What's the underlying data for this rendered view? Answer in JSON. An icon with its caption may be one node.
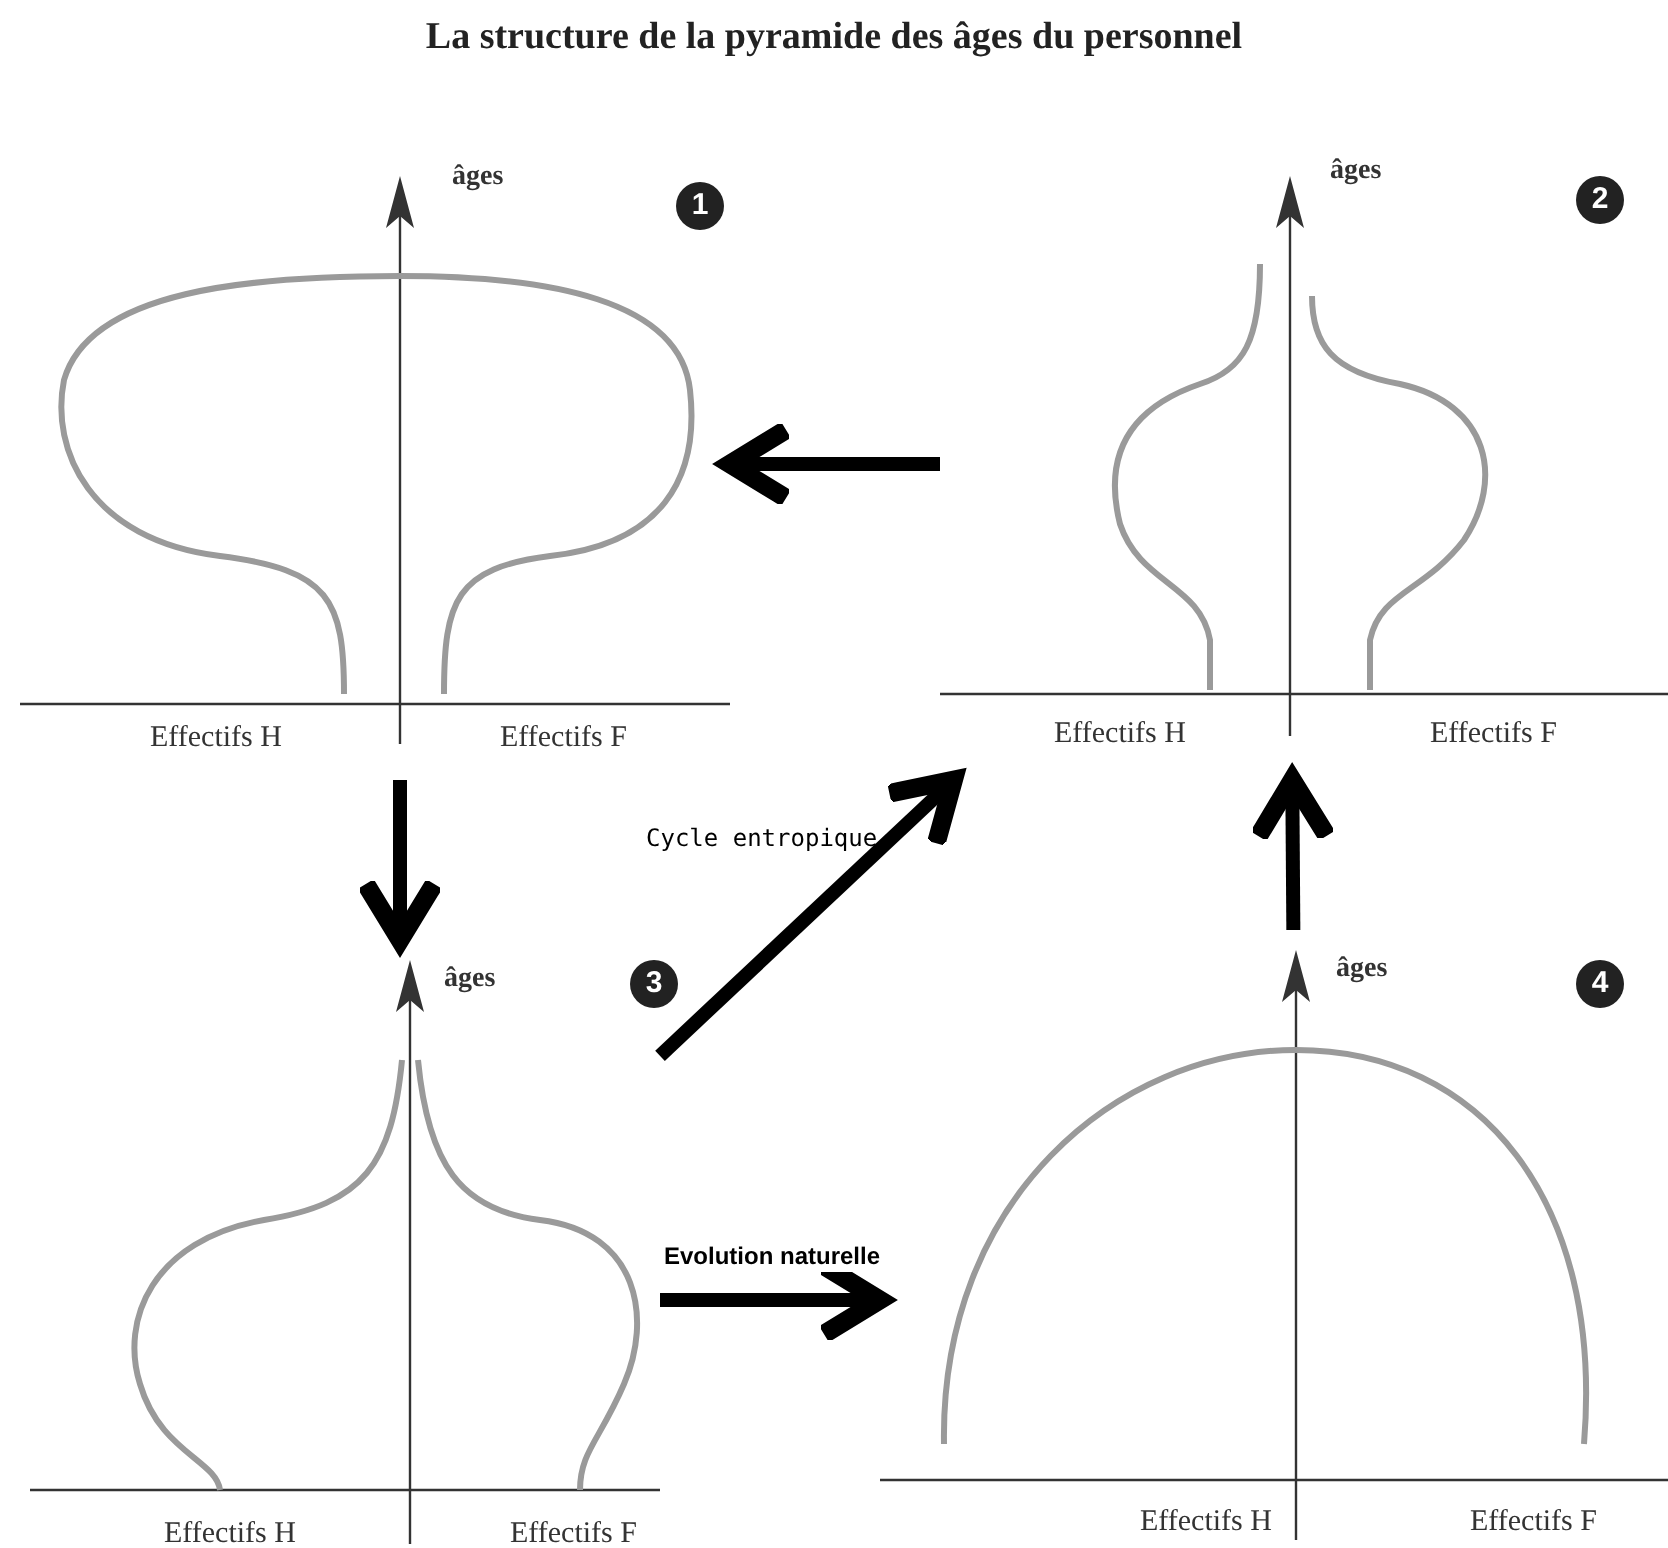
{
  "diagram": {
    "title": "La structure de la pyramide des âges du personnel",
    "nodes": [
      {
        "text": [
          "âges",
          "1",
          "Effectifs H",
          "Effectifs F"
        ]
      },
      {
        "text": [
          "âges",
          "2",
          "Effectifs H",
          "Effectifs F"
        ]
      },
      {
        "text": [
          "âges",
          "3",
          "Effectifs H",
          "Effectifs F"
        ]
      },
      {
        "text": [
          "âges",
          "4",
          "Effectifs H",
          "Effectifs F"
        ]
      }
    ],
    "edges": [
      {
        "from": 1,
        "to": 0,
        "arrow": "to"
      },
      {
        "from": 0,
        "to": 2,
        "arrow": "to"
      },
      {
        "from": 2,
        "to": 3,
        "arrow": "to",
        "label": "Evolution naturelle"
      },
      {
        "from": 3,
        "to": 1,
        "arrow": "to"
      },
      {
        "from": 2,
        "to": 1,
        "arrow": "to"
      }
    ],
    "labels": [
      "Cycle entropique"
    ]
  }
}
